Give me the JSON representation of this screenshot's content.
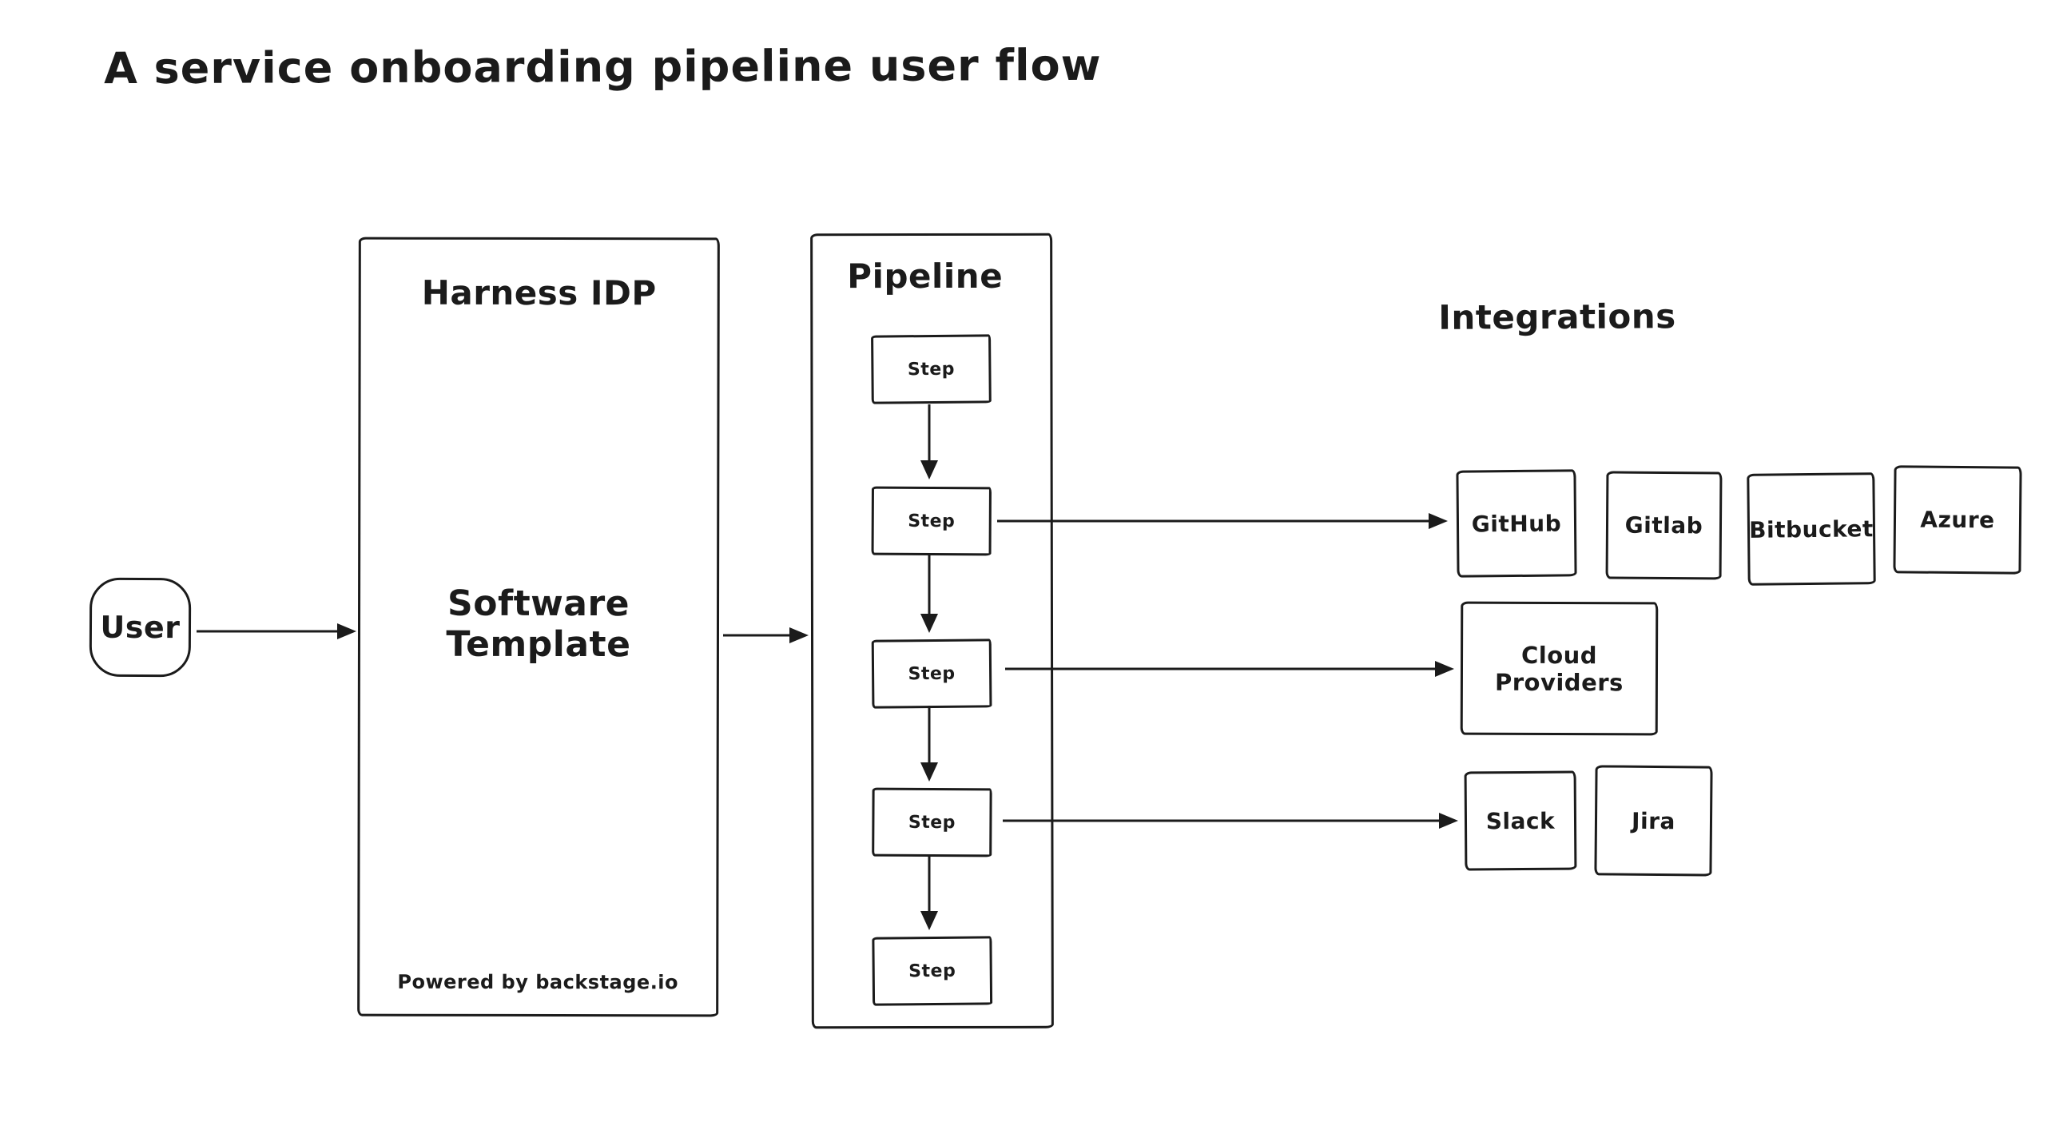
{
  "title": "A service onboarding pipeline user flow",
  "nodes": {
    "user": {
      "label": "User"
    },
    "idp": {
      "title": "Harness IDP",
      "body": "Software Template",
      "footer": "Powered by backstage.io"
    },
    "pipeline": {
      "title": "Pipeline",
      "steps": [
        {
          "label": "Step"
        },
        {
          "label": "Step"
        },
        {
          "label": "Step"
        },
        {
          "label": "Step"
        },
        {
          "label": "Step"
        }
      ]
    },
    "integrations": {
      "title": "Integrations",
      "git_row": [
        {
          "label": "GitHub"
        },
        {
          "label": "Gitlab"
        },
        {
          "label": "Bitbucket"
        },
        {
          "label": "Azure"
        }
      ],
      "cloud": {
        "label": "Cloud Providers"
      },
      "tools_row": [
        {
          "label": "Slack"
        },
        {
          "label": "Jira"
        }
      ]
    }
  },
  "colors": {
    "stroke": "#1b1b1b",
    "background": "#ffffff"
  }
}
